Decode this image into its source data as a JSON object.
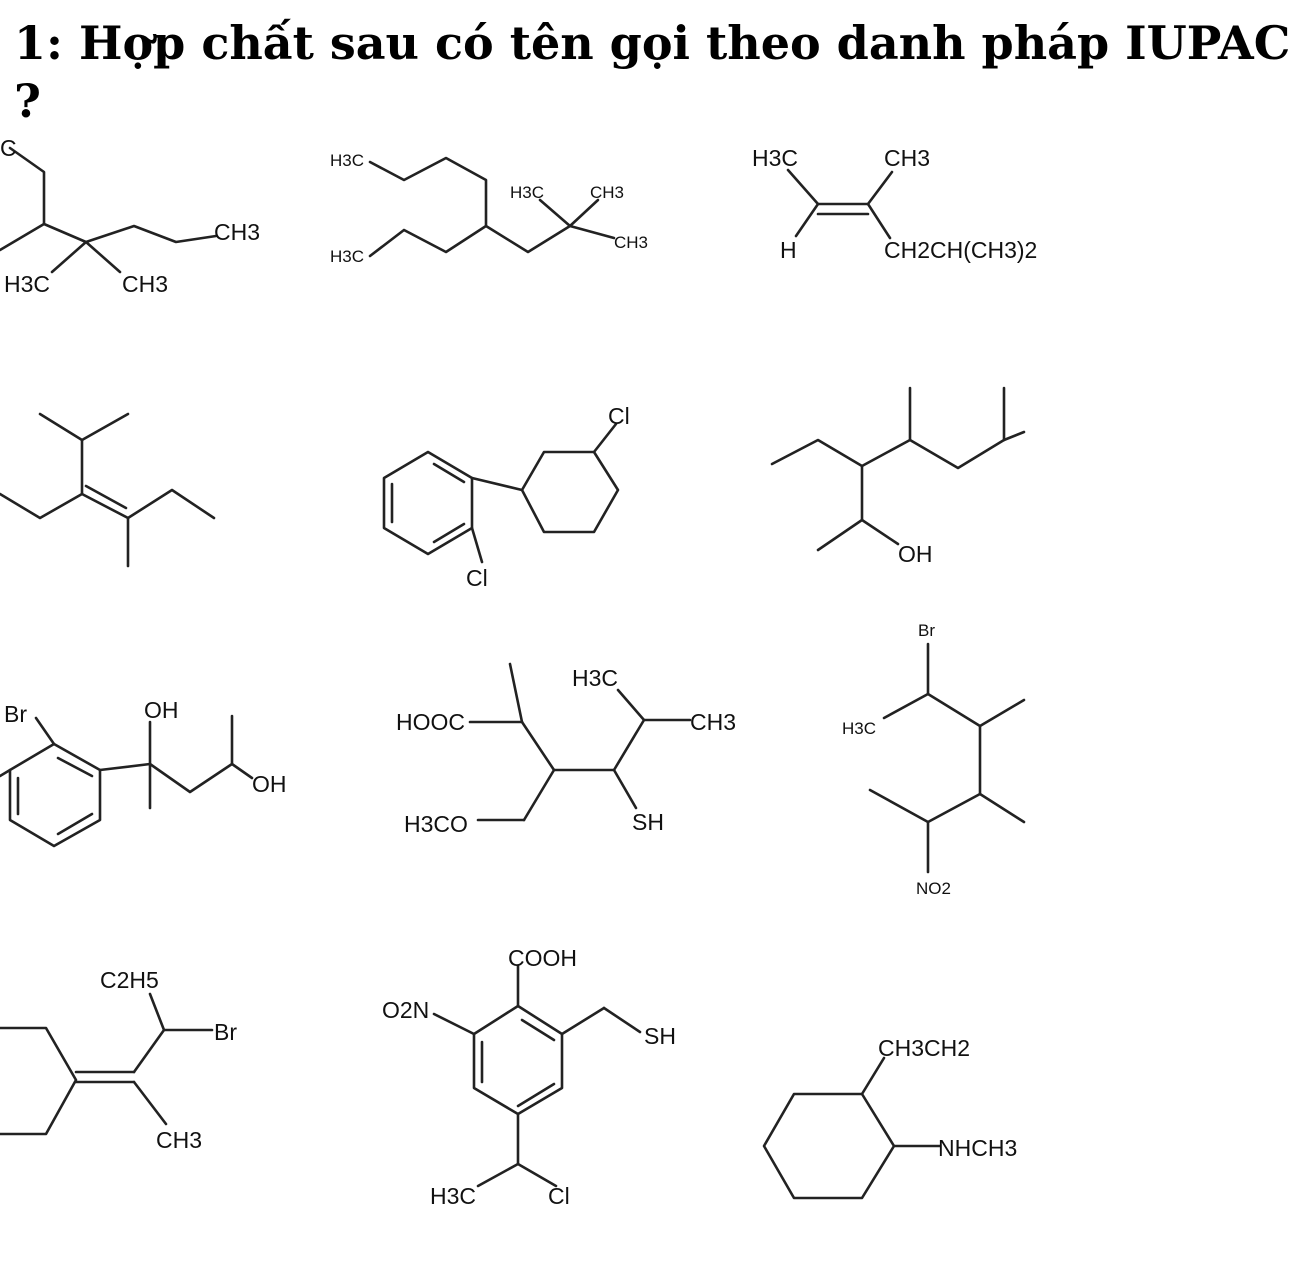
{
  "question": {
    "line1": "1: Hợp chất sau có tên gọi theo danh pháp IUPAC",
    "line2": "?"
  },
  "molecules": {
    "m1": {
      "a": "C",
      "b": "CH3",
      "c": "H3C",
      "d": "CH3"
    },
    "m2": {
      "a": "H3C",
      "b": "H3C",
      "c": "H3C",
      "d": "CH3",
      "e": "CH3"
    },
    "m3": {
      "a": "H3C",
      "b": "CH3",
      "c": "H",
      "d": "CH2CH(CH3)2"
    },
    "m5": {
      "a": "Cl",
      "b": "Cl"
    },
    "m6": {
      "a": "OH"
    },
    "m7": {
      "a": "Br",
      "b": "OH",
      "c": "OH"
    },
    "m8": {
      "a": "H3C",
      "b": "HOOC",
      "c": "CH3",
      "d": "H3CO",
      "e": "SH"
    },
    "m9": {
      "a": "Br",
      "b": "H3C",
      "c": "NO2"
    },
    "m10": {
      "a": "C2H5",
      "b": "Br",
      "c": "CH3"
    },
    "m11": {
      "a": "COOH",
      "b": "O2N",
      "c": "SH",
      "d": "H3C",
      "e": "Cl"
    },
    "m12": {
      "a": "CH3CH2",
      "b": "NHCH3"
    }
  }
}
